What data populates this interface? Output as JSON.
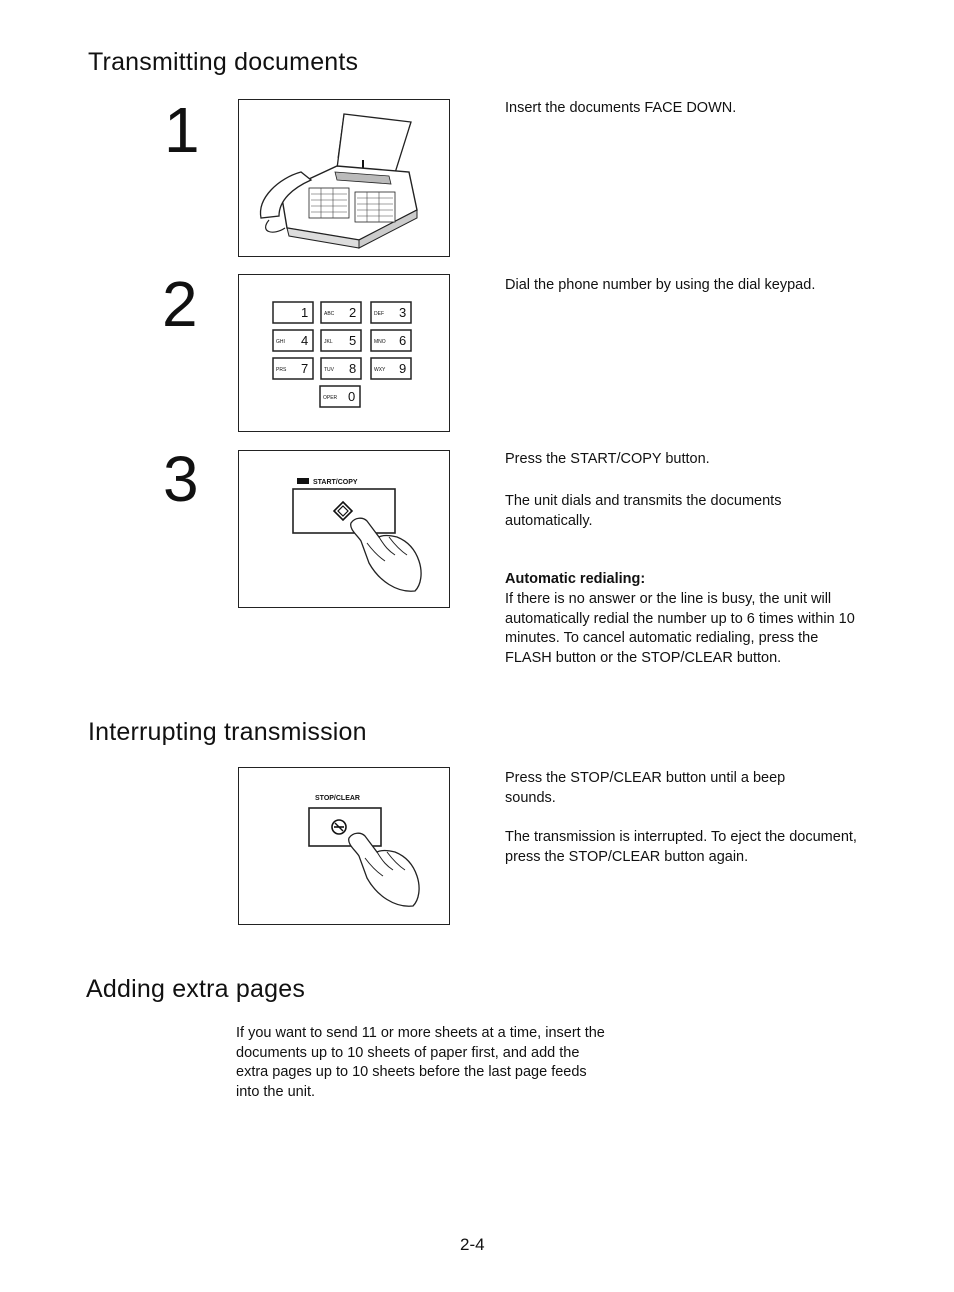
{
  "sections": {
    "transmitting": {
      "title": "Transmitting documents",
      "steps": [
        {
          "number": "1",
          "text": "Insert the documents FACE DOWN."
        },
        {
          "number": "2",
          "text": "Dial the phone number by using the dial keypad."
        },
        {
          "number": "3",
          "text": "Press the START/COPY button.",
          "text2": "The unit dials and transmits the documents automatically."
        }
      ],
      "redial": {
        "heading": "Automatic redialing:",
        "body": "If there is no answer or the line is busy, the unit will automatically redial the number up to 6 times within 10 minutes. To cancel automatic redialing, press the FLASH button or the STOP/CLEAR button."
      }
    },
    "interrupting": {
      "title": "Interrupting transmission",
      "text1": "Press the STOP/CLEAR button until a beep sounds.",
      "text2": "The transmission is interrupted. To eject the document, press the STOP/CLEAR button again."
    },
    "adding": {
      "title": "Adding extra pages",
      "body": "If you want to send 11 or more sheets at a time, insert the documents up to 10 sheets of paper first, and add the extra pages up to 10 sheets before the last page feeds into the unit."
    }
  },
  "keypad": [
    {
      "num": "1",
      "letters": ""
    },
    {
      "num": "2",
      "letters": "ABC"
    },
    {
      "num": "3",
      "letters": "DEF"
    },
    {
      "num": "4",
      "letters": "GHI"
    },
    {
      "num": "5",
      "letters": "JKL"
    },
    {
      "num": "6",
      "letters": "MNO"
    },
    {
      "num": "7",
      "letters": "PRS"
    },
    {
      "num": "8",
      "letters": "TUV"
    },
    {
      "num": "9",
      "letters": "WXY"
    },
    {
      "num": "0",
      "letters": "OPER"
    }
  ],
  "buttons": {
    "start_copy": "START/COPY",
    "stop_clear": "STOP/CLEAR"
  },
  "footer": {
    "page_number": "2-4"
  }
}
